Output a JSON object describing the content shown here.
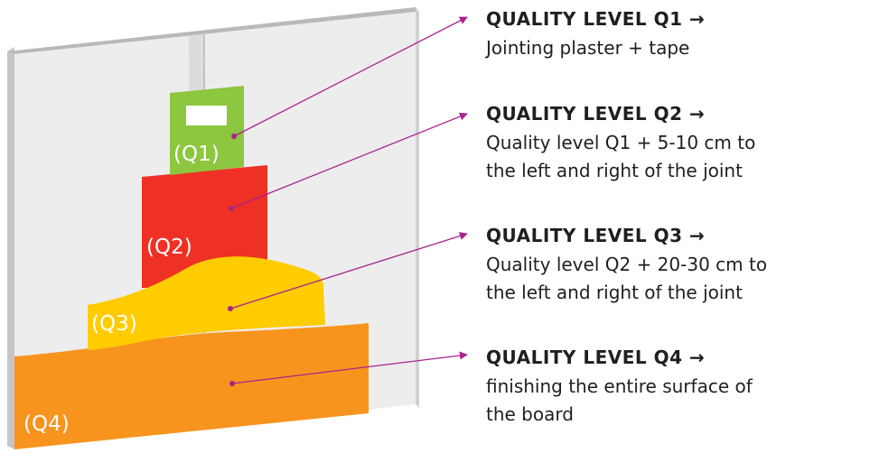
{
  "colors": {
    "q1": "#8dc63f",
    "q2": "#ee3124",
    "q3": "#ffcc00",
    "q4": "#f7941d",
    "pointer": "#a8238d",
    "board": "#ededee"
  },
  "zones": [
    {
      "id": "q1",
      "label": "(Q1)"
    },
    {
      "id": "q2",
      "label": "(Q2)"
    },
    {
      "id": "q3",
      "label": "(Q3)"
    },
    {
      "id": "q4",
      "label": "(Q4)"
    }
  ],
  "legend": [
    {
      "title": "QUALITY LEVEL Q1 →",
      "desc": [
        "Jointing plaster + tape"
      ]
    },
    {
      "title": "QUALITY LEVEL Q2 →",
      "desc": [
        "Quality level Q1 + 5-10 cm to",
        "the left and right of the joint"
      ]
    },
    {
      "title": "QUALITY LEVEL Q3 →",
      "desc": [
        "Quality level Q2 + 20-30 cm to",
        "the left and right of the joint"
      ]
    },
    {
      "title": "QUALITY LEVEL Q4 →",
      "desc": [
        "finishing the entire surface of",
        "the board"
      ]
    }
  ]
}
